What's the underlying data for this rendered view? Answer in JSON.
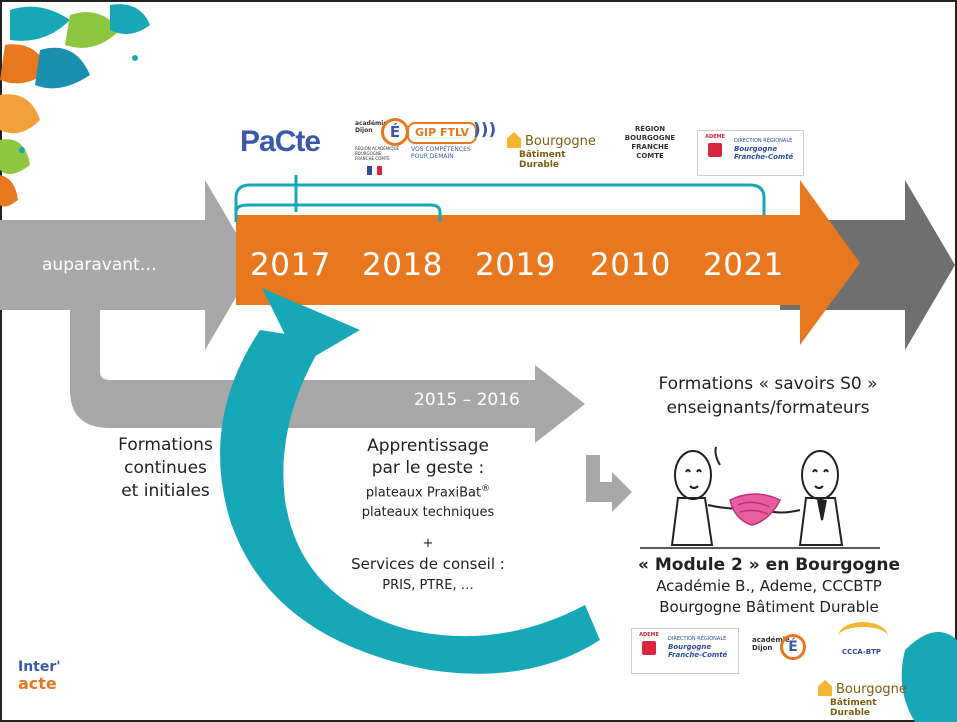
{
  "colors": {
    "orange": "#e8781f",
    "teal": "#17a8b8",
    "gray": "#a8a8a8",
    "dark_gray": "#6f6f6f",
    "logo_blue": "#3a5aa8"
  },
  "timeline": {
    "before_label": "auparavant…",
    "years": [
      "2017",
      "2018",
      "2019",
      "2010",
      "2021"
    ],
    "period_label": "2015 – 2016"
  },
  "left_text": {
    "line1": "Formations",
    "line2": "continues",
    "line3": "et initiales"
  },
  "middle_text": {
    "title1": "Apprentissage",
    "title2": "par le geste :",
    "item1": "plateaux PraxiBat",
    "item1_sup": "®",
    "item2": "plateaux techniques",
    "plus": "+",
    "services1": "Services de conseil :",
    "services2": "PRIS, PTRE, …"
  },
  "right_text": {
    "formations1": "Formations « savoirs S0 »",
    "formations2": "enseignants/formateurs",
    "module_title": "« Module 2 » en Bourgogne",
    "partners1": "Académie B., Ademe, CCCBTP",
    "partners2": "Bourgogne Bâtiment Durable"
  },
  "logos_top": {
    "pacte": "PaCte",
    "gip_a": "académie",
    "gip_b": "Dijon",
    "gip_name": "GIP FTLV",
    "gip_tag1": "VOS COMPÉTENCES",
    "gip_tag2": "POUR DEMAIN",
    "gip_region1": "RÉGION ACADÉMIQUE",
    "gip_region2": "BOURGOGNE",
    "gip_region3": "FRANCHE-COMTÉ",
    "bbd1": "Bourgogne",
    "bbd2": "Bâtiment Durable",
    "region1": "RÉGION",
    "region2": "BOURGOGNE",
    "region3": "FRANCHE",
    "region4": "COMTE",
    "ademe": "ADEME",
    "dr1": "DIRECTION RÉGIONALE",
    "dr2": "Bourgogne",
    "dr3": "Franche-Comté"
  },
  "logos_bottom": {
    "ademe": "ADEME",
    "dr1": "DIRECTION RÉGIONALE",
    "dr2": "Bourgogne",
    "dr3": "Franche-Comté",
    "academie": "académie",
    "dijon": "Dijon",
    "ccca": "CCCA-BTP",
    "bbd1": "Bourgogne",
    "bbd2": "Bâtiment Durable"
  },
  "interacte": {
    "line1": "Inter'",
    "line2": "acte"
  }
}
